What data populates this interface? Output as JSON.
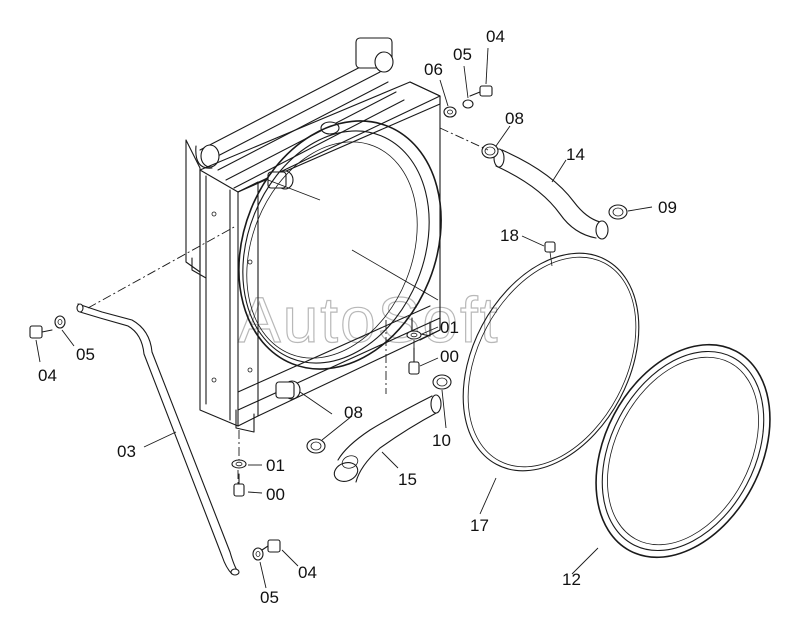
{
  "watermark": "AutoSoft",
  "callouts": {
    "c04_top": "04",
    "c05_top": "05",
    "c06": "06",
    "c08_top": "08",
    "c14": "14",
    "c09": "09",
    "c18": "18",
    "c01_mid": "01",
    "c00_mid": "00",
    "c10": "10",
    "c04_left": "04",
    "c05_left": "05",
    "c03": "03",
    "c08_low": "08",
    "c15": "15",
    "c01_low": "01",
    "c00_low": "00",
    "c17": "17",
    "c12": "12",
    "c04_bottom": "04",
    "c05_bottom": "05"
  }
}
